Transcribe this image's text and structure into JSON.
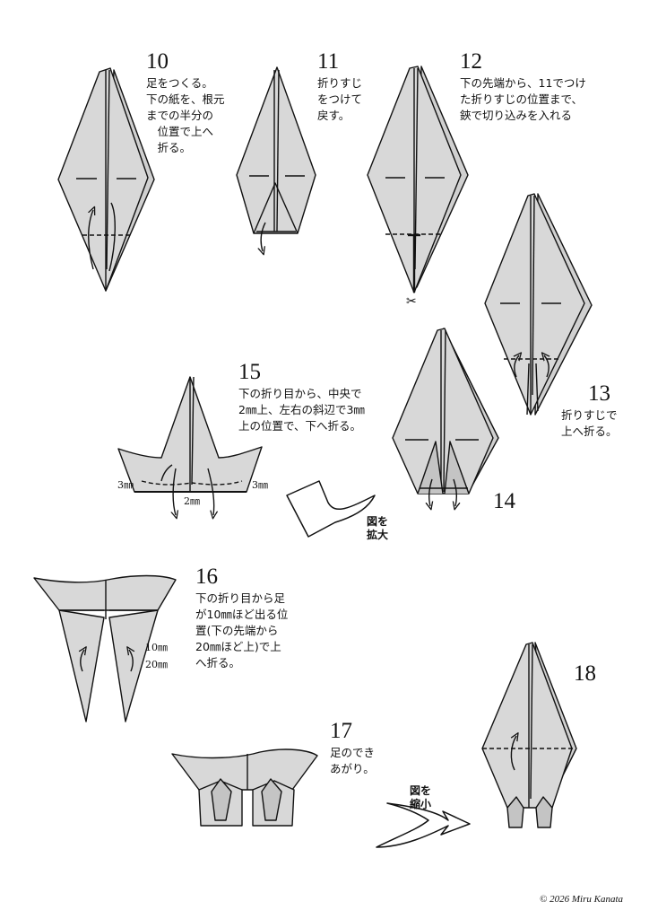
{
  "steps": [
    {
      "number": "10",
      "lines": [
        "足をつくる。",
        "下の紙を、根元",
        "までの半分の",
        "　位置で上へ",
        "　折る。"
      ]
    },
    {
      "number": "11",
      "lines": [
        "折りすじ",
        "をつけて",
        "戻す。"
      ]
    },
    {
      "number": "12",
      "lines": [
        "下の先端から、11でつけ",
        "た折りすじの位置まで、",
        "鋏で切り込みを入れる"
      ]
    },
    {
      "number": "13",
      "lines": [
        "折りすじで",
        "上へ折る。"
      ]
    },
    {
      "number": "14",
      "lines": []
    },
    {
      "number": "15",
      "lines": [
        "下の折り目から、中央で",
        "2㎜上、左右の斜辺で3㎜",
        "上の位置で、下へ折る。"
      ]
    },
    {
      "number": "16",
      "lines": [
        "下の折り目から足",
        "が10㎜ほど出る位",
        "置(下の先端から",
        "20㎜ほど上)で上",
        "へ折る。"
      ]
    },
    {
      "number": "17",
      "lines": [
        "足のでき",
        "あがり。"
      ]
    },
    {
      "number": "18",
      "lines": []
    }
  ],
  "measurements": {
    "left_3mm": "3㎜",
    "center_2mm": "2㎜",
    "right_3mm": "3㎜",
    "leg_10mm": "10㎜",
    "leg_20mm": "20㎜"
  },
  "arrows": {
    "enlarge": [
      "図を",
      "拡大"
    ],
    "reduce": [
      "図を",
      "縮小"
    ]
  },
  "copyright": "© 2026 Miru Kanata",
  "colors": {
    "paper": "#d8d8d8",
    "line": "#111111",
    "background": "#ffffff"
  }
}
